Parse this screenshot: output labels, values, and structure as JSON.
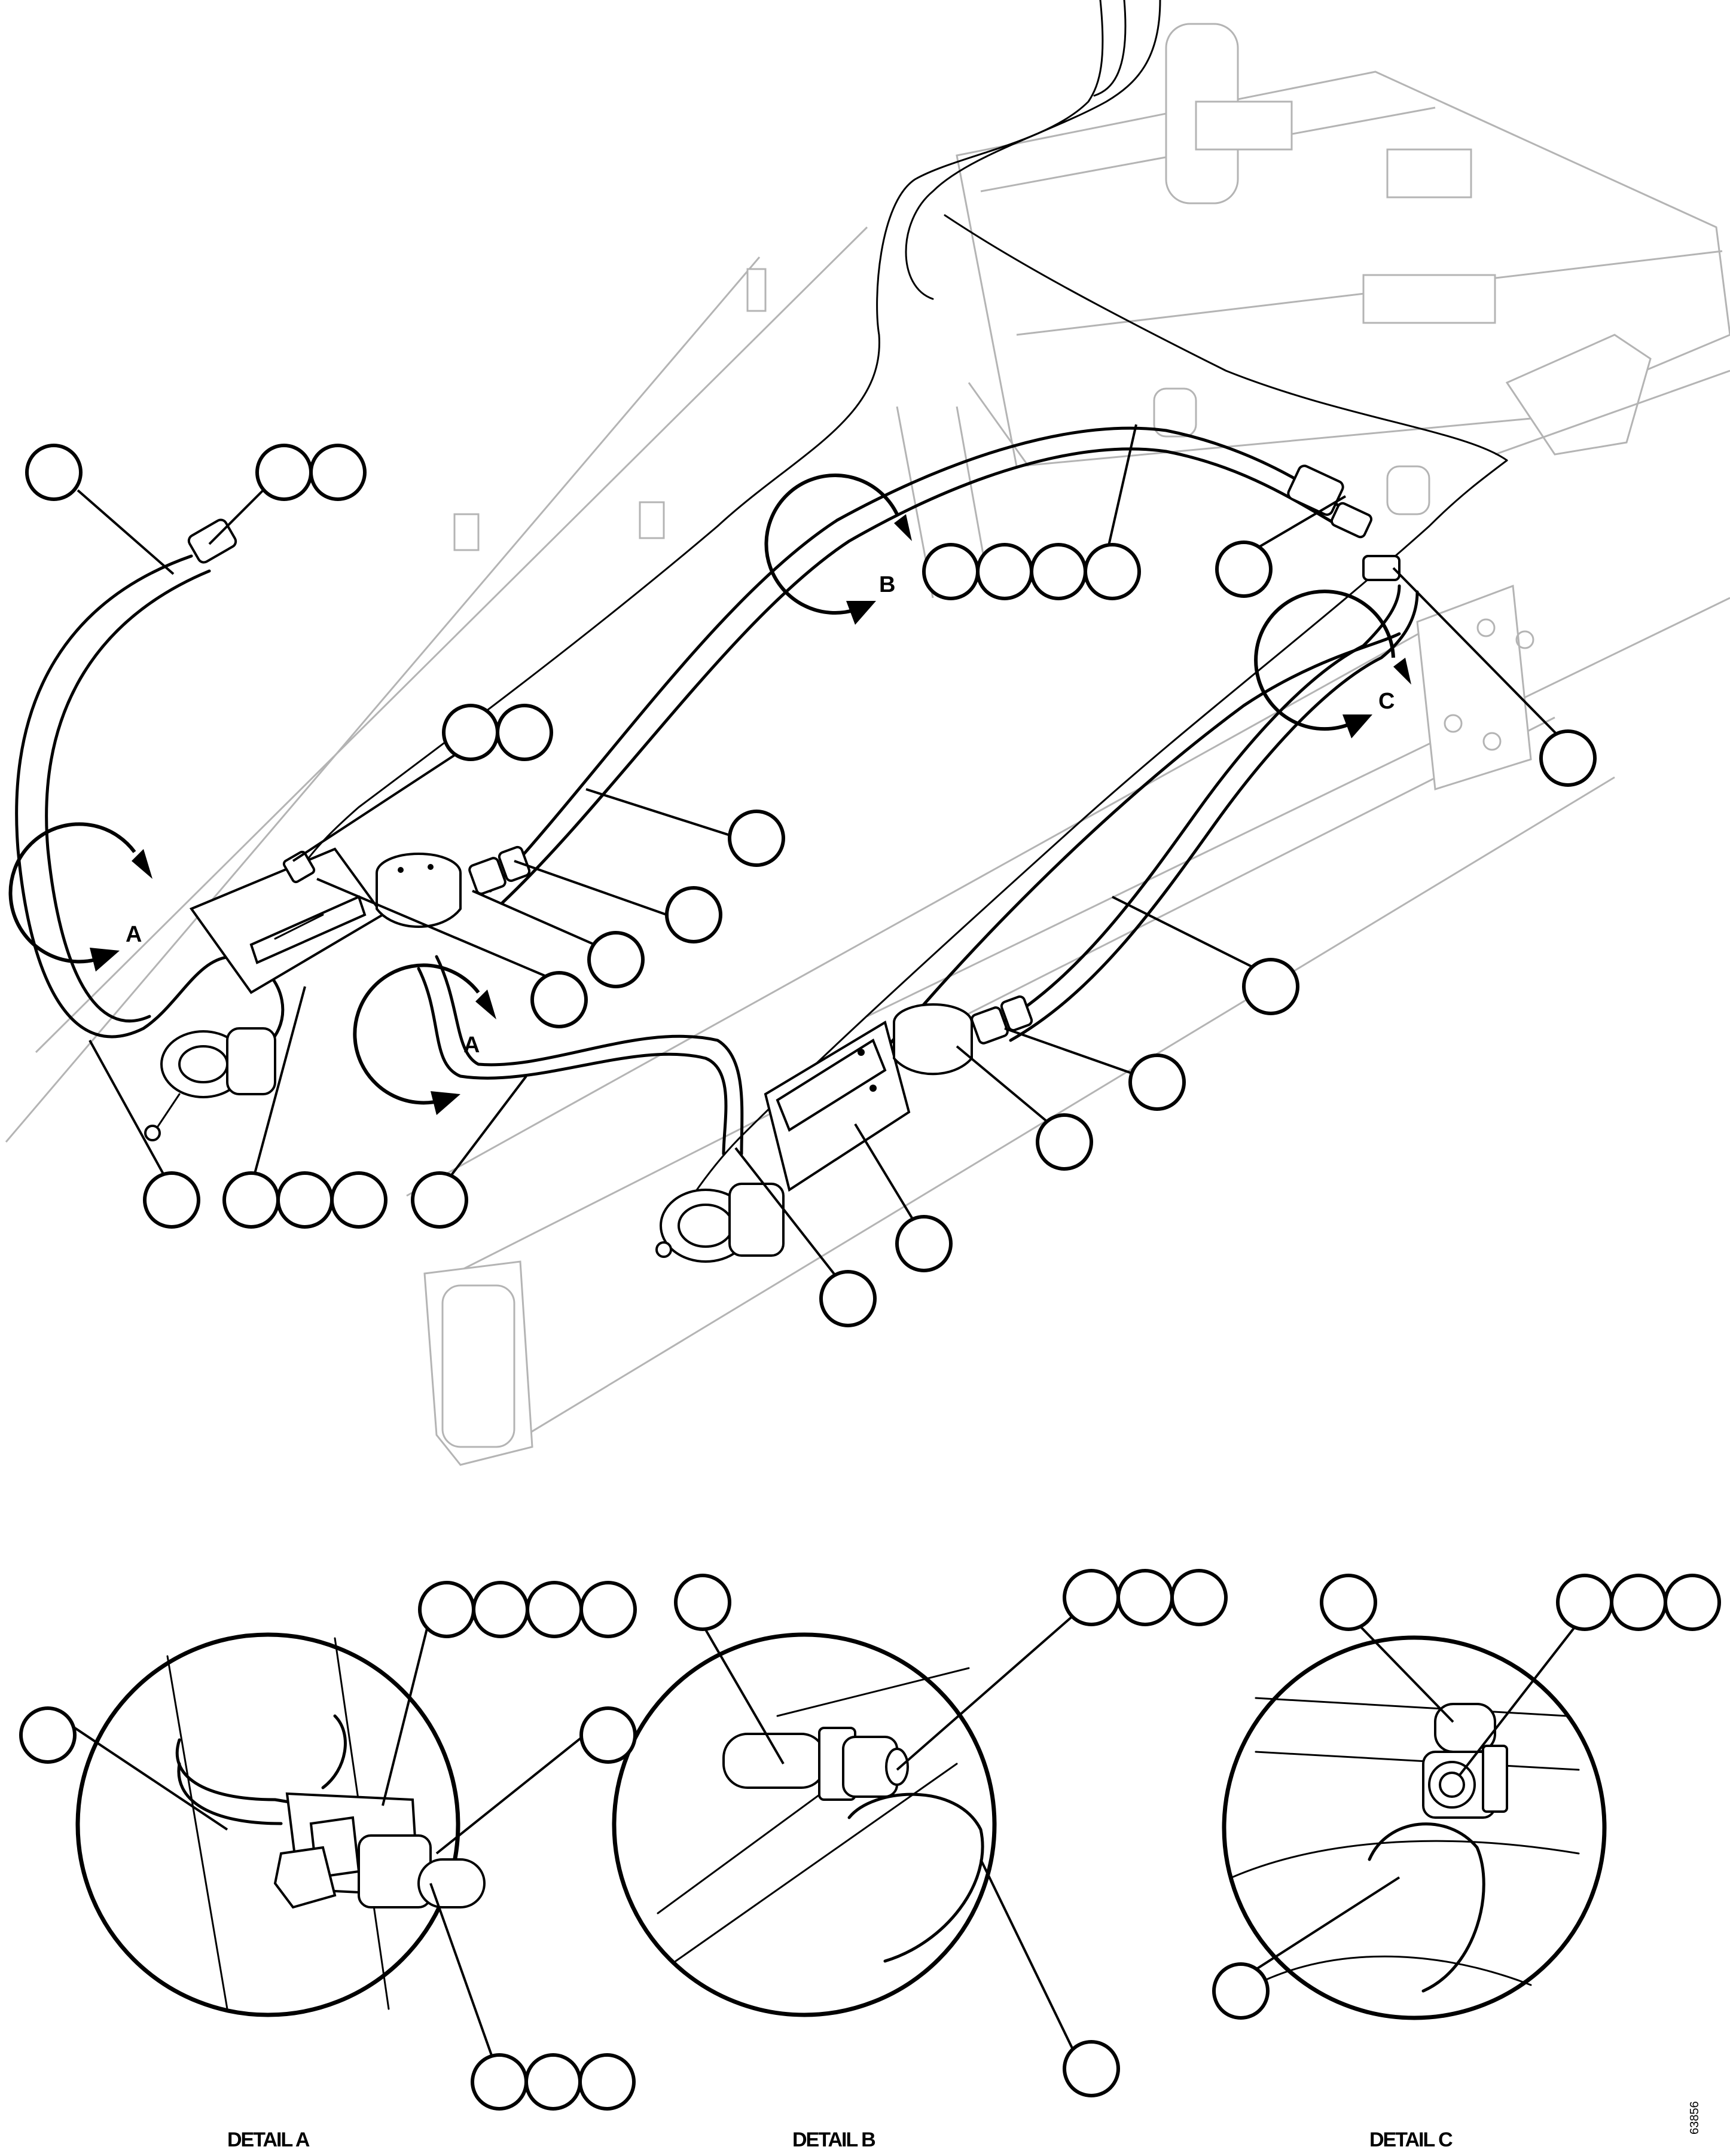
{
  "details": [
    {
      "id": "A",
      "caption": "DETAIL A"
    },
    {
      "id": "B",
      "caption": "DETAIL B"
    },
    {
      "id": "C",
      "caption": "DETAIL C"
    }
  ],
  "view_labels": {
    "a_left": "A",
    "a_center": "A",
    "b": "B",
    "c": "C"
  },
  "figure_id": "63856"
}
